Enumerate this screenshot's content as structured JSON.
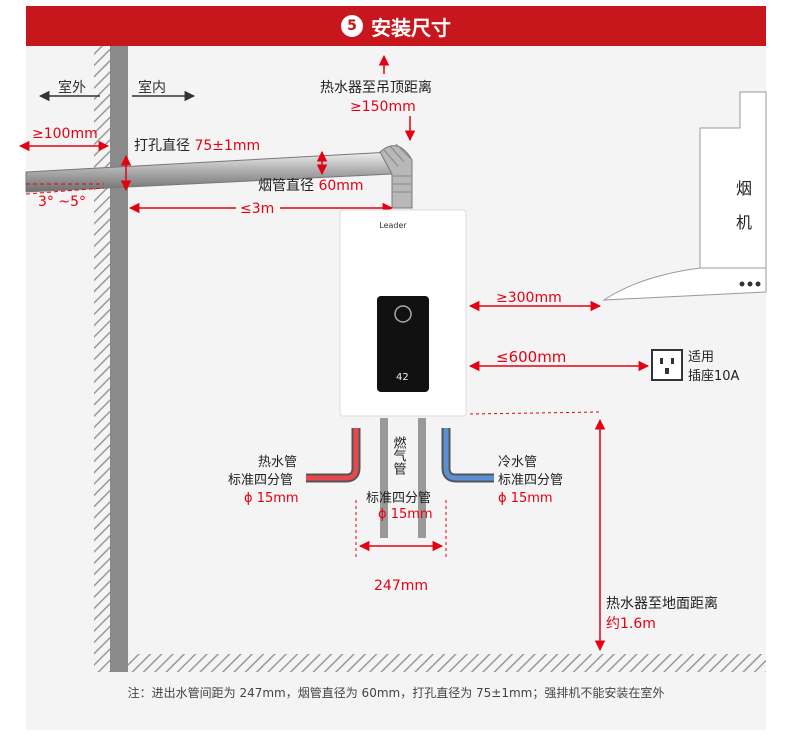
{
  "header": {
    "step_number": "5",
    "title": "安装尺寸"
  },
  "labels": {
    "outdoor": "室外",
    "indoor": "室内",
    "ceiling_clearance_line1": "热水器至吊顶距离",
    "ceiling_clearance_line2": "≥150mm",
    "wall_protrusion": "≥100mm",
    "hole_diameter_prefix": "打孔直径 ",
    "hole_diameter_value": "75±1mm",
    "slope": "3° ~5°",
    "flue_diameter_prefix": "烟管直径 ",
    "flue_diameter_value": "60mm",
    "flue_length": "≤3m",
    "brand": "Leader",
    "display_temp": "42",
    "hood_line1": "烟",
    "hood_line2": "机",
    "to_hood": "≥300mm",
    "to_socket": "≤600mm",
    "socket_line1": "适用",
    "socket_line2": "插座10A",
    "hot_pipe_line1": "热水管",
    "hot_pipe_line2": "标准四分管",
    "hot_pipe_line3": "ϕ 15mm",
    "gas_pipe_vertical": "燃气管",
    "gas_pipe_line2": "标准四分管",
    "gas_pipe_line3": "ϕ 15mm",
    "cold_pipe_line1": "冷水管",
    "cold_pipe_line2": "标准四分管",
    "cold_pipe_line3": "ϕ 15mm",
    "pipe_spacing": "247mm",
    "floor_distance_line1": "热水器至地面距离",
    "floor_distance_line2": "约1.6m"
  },
  "footnote": "注：进出水管间距为 247mm，烟管直径为 60mm，打孔直径为 75±1mm；强排机不能安装在室外",
  "colors": {
    "banner": "#c8161d",
    "dimension": "#e60012",
    "wall": "#888888",
    "hot_pipe": "#e8474c",
    "cold_pipe": "#5b8fd6",
    "panel": "#111111"
  }
}
